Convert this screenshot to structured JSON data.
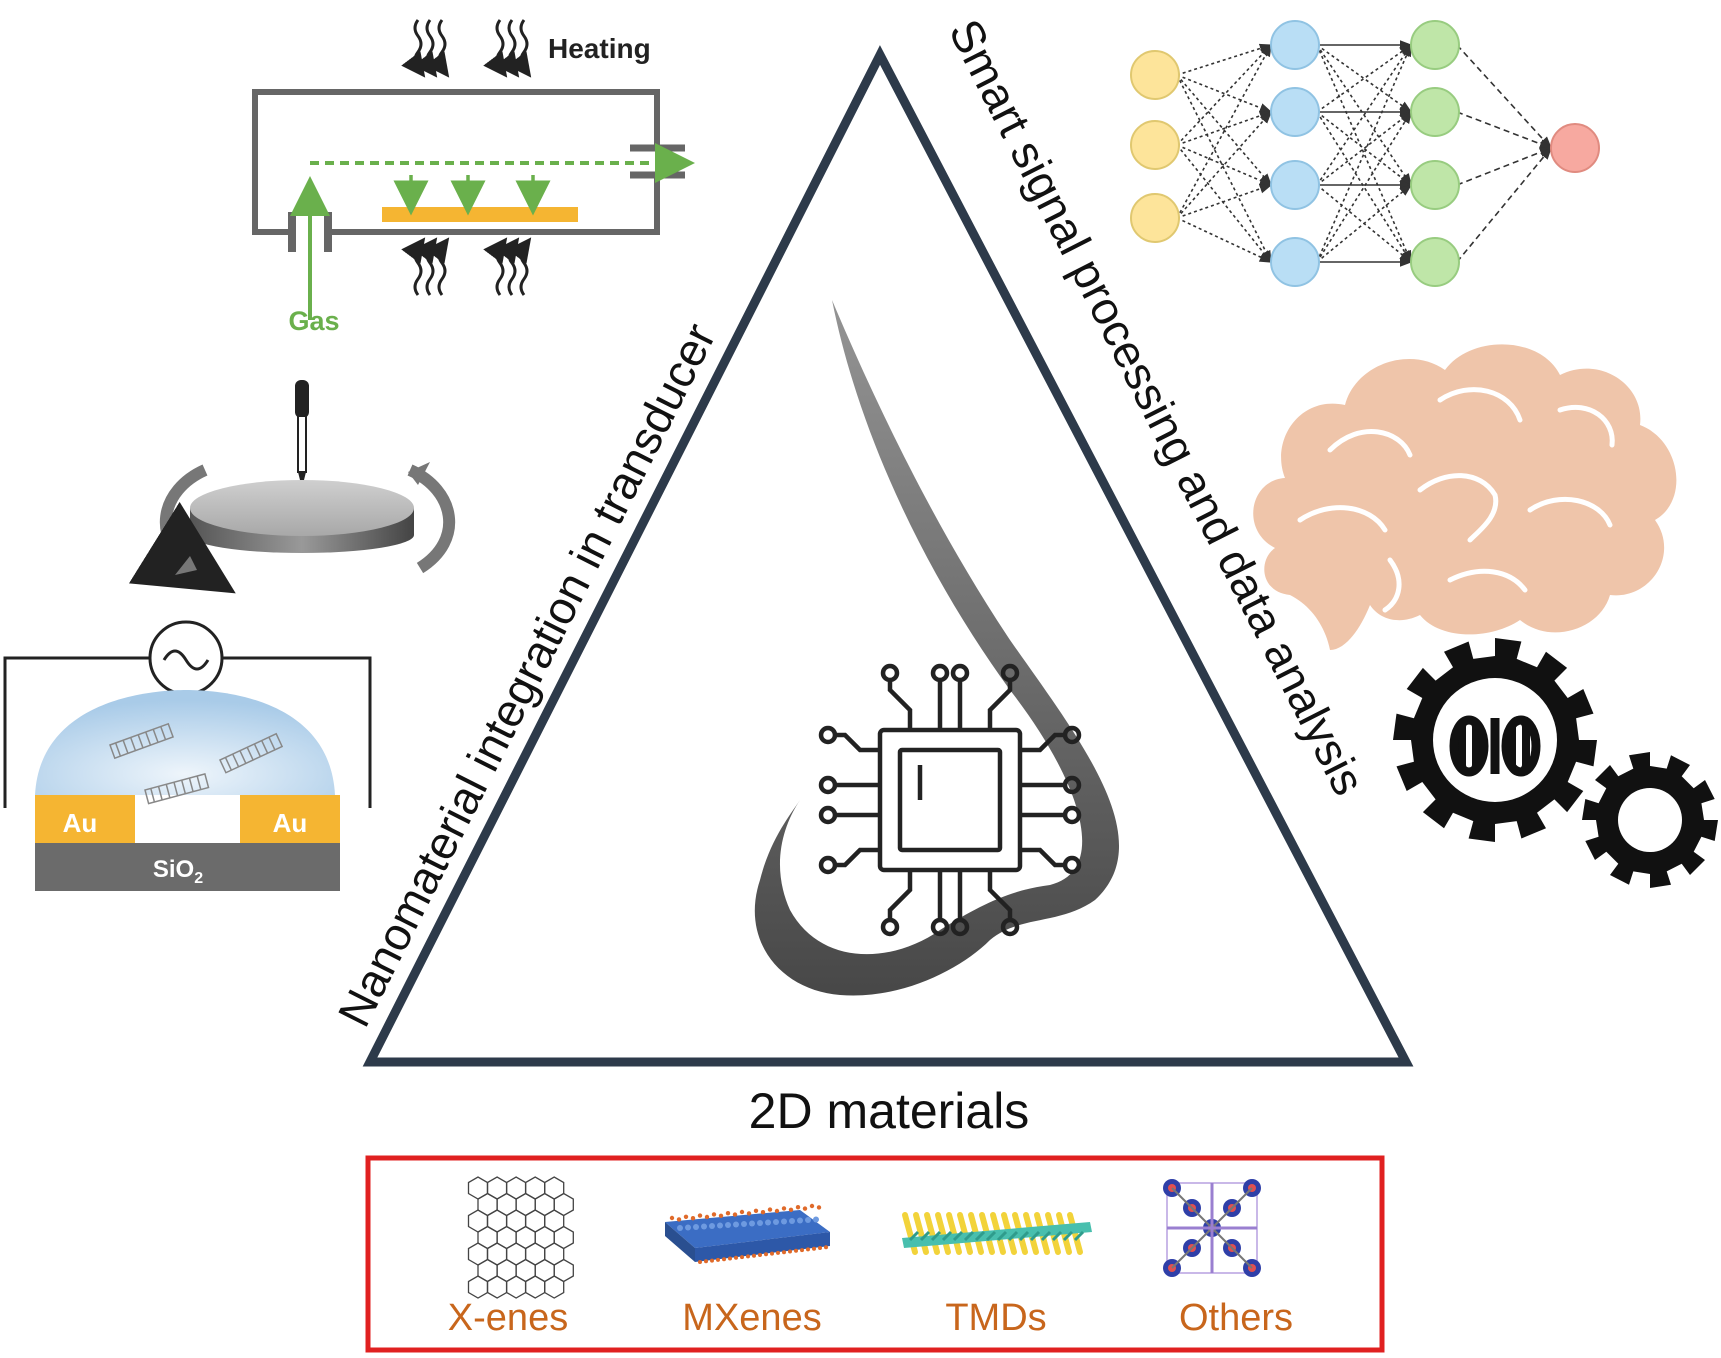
{
  "triangle": {
    "left_side": "Nanomaterial integration in transducer",
    "right_side": "Smart signal processing and data analysis",
    "bottom": "2D materials"
  },
  "cvd": {
    "heating": "Heating",
    "gas": "Gas"
  },
  "device": {
    "electrode_left": "Au",
    "electrode_right": "Au",
    "substrate": "SiO",
    "substrate_sub": "2"
  },
  "materials": [
    {
      "label": "X-enes"
    },
    {
      "label": "MXenes"
    },
    {
      "label": "TMDs"
    },
    {
      "label": "Others"
    }
  ],
  "colors": {
    "triangle_stroke": "#2d3a4a",
    "material_label": "#c8661c",
    "box_border": "#e02020",
    "gas_arrow": "#6ab04c",
    "substrate_bar": "#f5b532",
    "gold": "#f5b532",
    "brain": "#efc5aa"
  },
  "icons": [
    "nose-icon",
    "chip-icon",
    "neural-network-icon",
    "brain-icon",
    "gears-icon",
    "spin-coater-icon",
    "cvd-furnace-icon",
    "chemiresistor-icon"
  ]
}
